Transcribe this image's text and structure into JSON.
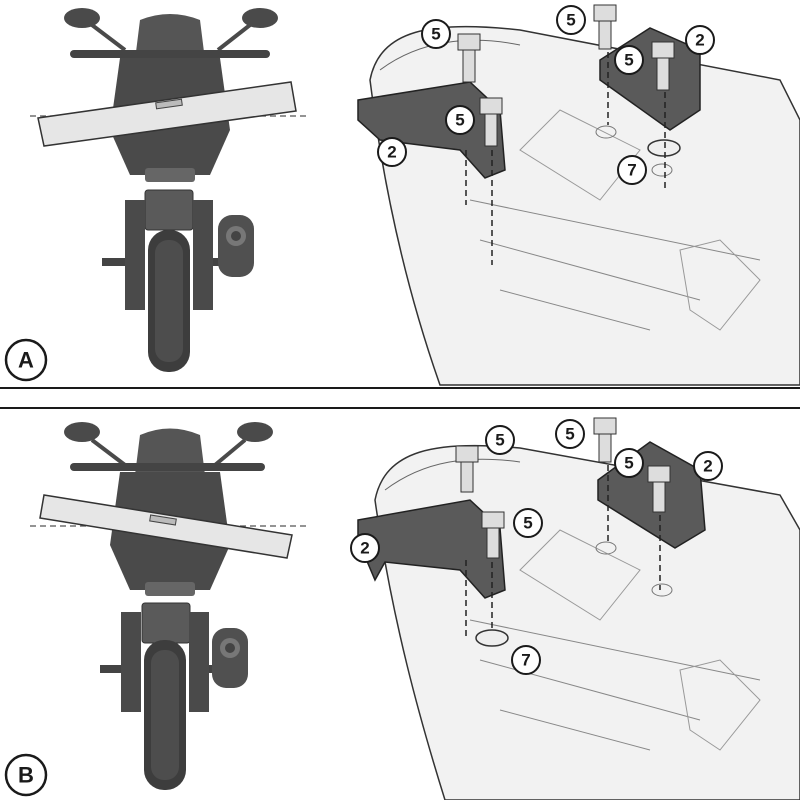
{
  "panels": [
    {
      "label": "A",
      "callouts": {
        "bolt_left": "5",
        "bolt_mid": "5",
        "bolt_right_top": "5",
        "bolt_right_inner": "5",
        "bracket_left": "2",
        "bracket_right": "2",
        "washer": "7"
      }
    },
    {
      "label": "B",
      "callouts": {
        "bolt_left": "5",
        "bolt_mid": "5",
        "bolt_right_top": "5",
        "bolt_right_inner": "5",
        "bracket_left": "2",
        "bracket_right": "2",
        "washer": "7"
      }
    }
  ],
  "colors": {
    "ink": "#1a1a1a",
    "bike": "#4a4a4a",
    "bracket": "#5a5a5a",
    "level": "#e6e6e6",
    "frame": "#f2f2f2"
  }
}
